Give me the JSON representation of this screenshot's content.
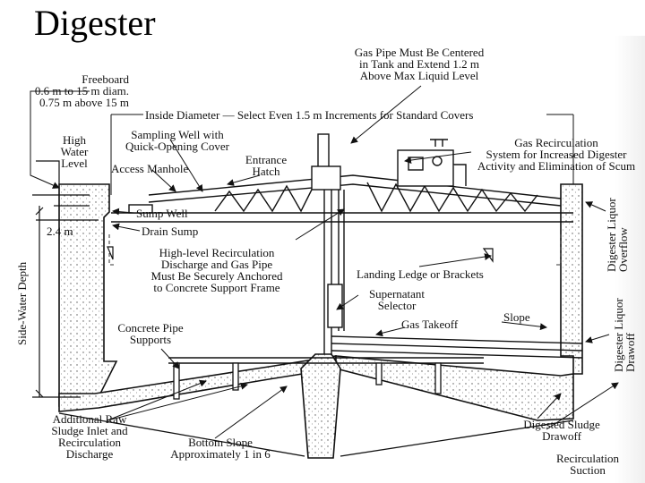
{
  "title": "Digester",
  "labels": {
    "gas_pipe": [
      "Gas Pipe Must Be Centered",
      "in Tank and Extend 1.2 m",
      "Above Max Liquid Level"
    ],
    "freeboard": [
      "Freeboard",
      "0.6 m to 15 m diam.",
      "0.75 m above 15 m"
    ],
    "inside_diameter": "Inside Diameter — Select Even 1.5 m Increments for Standard Covers",
    "high_water": [
      "High",
      "Water",
      "Level"
    ],
    "sampling_well": [
      "Sampling Well with",
      "Quick-Opening Cover"
    ],
    "access_manhole": "Access Manhole",
    "entrance_hatch": [
      "Entrance",
      "Hatch"
    ],
    "gas_recirculation": [
      "Gas Recirculation",
      "System for Increased Digester",
      "Activity and Elimination of Scum"
    ],
    "sump_well": "Sump Well",
    "drain_sump": "Drain Sump",
    "depth_24": "2.4 m",
    "high_level_recirc": [
      "High-level Recirculation",
      "Discharge and Gas Pipe",
      "Must Be Securely Anchored",
      "to Concrete Support Frame"
    ],
    "landing_ledge": "Landing Ledge or Brackets",
    "supernatant": [
      "Supernatant",
      "Selector"
    ],
    "gas_takeoff": "Gas Takeoff",
    "slope": "Slope",
    "concrete_pipe": [
      "Concrete Pipe",
      "Supports"
    ],
    "side_water_depth": "Side-Water Depth",
    "liquor_overflow": [
      "Digester Liquor",
      "Overflow"
    ],
    "liquor_drawoff": [
      "Digester Liquor",
      "Drawoff"
    ],
    "raw_sludge": [
      "Additional Raw",
      "Sludge Inlet and",
      "Recirculation",
      "Discharge"
    ],
    "bottom_slope": [
      "Bottom Slope",
      "Approximately 1 in 6"
    ],
    "digested_drawoff": [
      "Digested Sludge",
      "Drawoff"
    ],
    "recirc_suction": [
      "Recirculation",
      "Suction"
    ]
  }
}
